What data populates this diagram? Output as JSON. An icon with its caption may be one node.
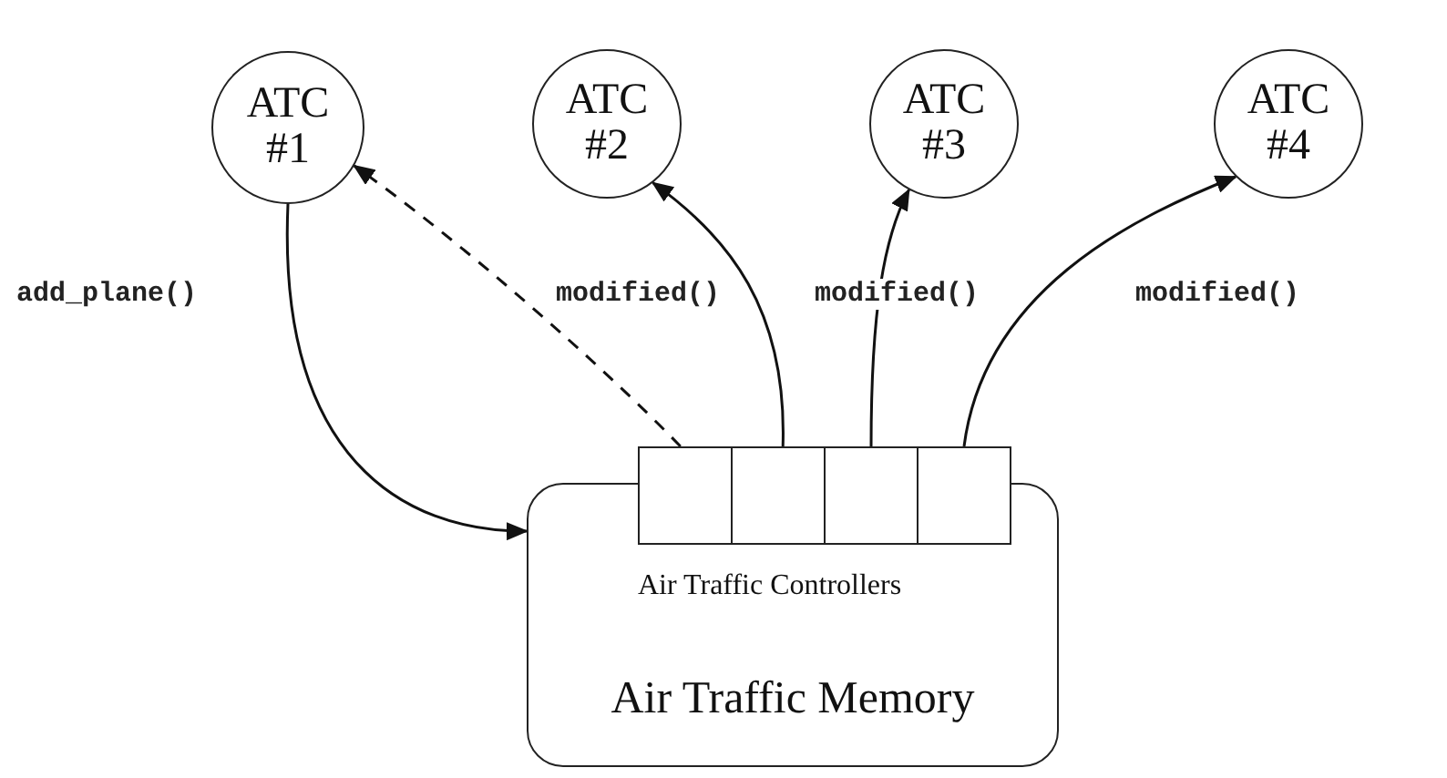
{
  "diagram": {
    "nodes": [
      {
        "text": [
          "ATC #1"
        ]
      },
      {
        "text": [
          "ATC #2"
        ]
      },
      {
        "text": [
          "ATC #3"
        ]
      },
      {
        "text": [
          "ATC #4"
        ]
      },
      {
        "text": [
          "Air Traffic Memory"
        ]
      },
      {
        "text": [],
        "shape": "box"
      },
      {
        "text": [],
        "shape": "box"
      },
      {
        "text": [],
        "shape": "box"
      },
      {
        "text": [],
        "shape": "box"
      }
    ],
    "edges": [
      {
        "from": 0,
        "to": 4,
        "arrow": "to",
        "label": "add_plane()"
      },
      {
        "from": 5,
        "to": 0,
        "arrow": "to",
        "style": "dashed"
      },
      {
        "from": 6,
        "to": 1,
        "arrow": "to",
        "label": "modified()"
      },
      {
        "from": 7,
        "to": 2,
        "arrow": "to",
        "label": "modified()"
      },
      {
        "from": 8,
        "to": 3,
        "arrow": "to",
        "label": "modified()"
      }
    ],
    "labels": [
      "Air Traffic Controllers"
    ]
  }
}
